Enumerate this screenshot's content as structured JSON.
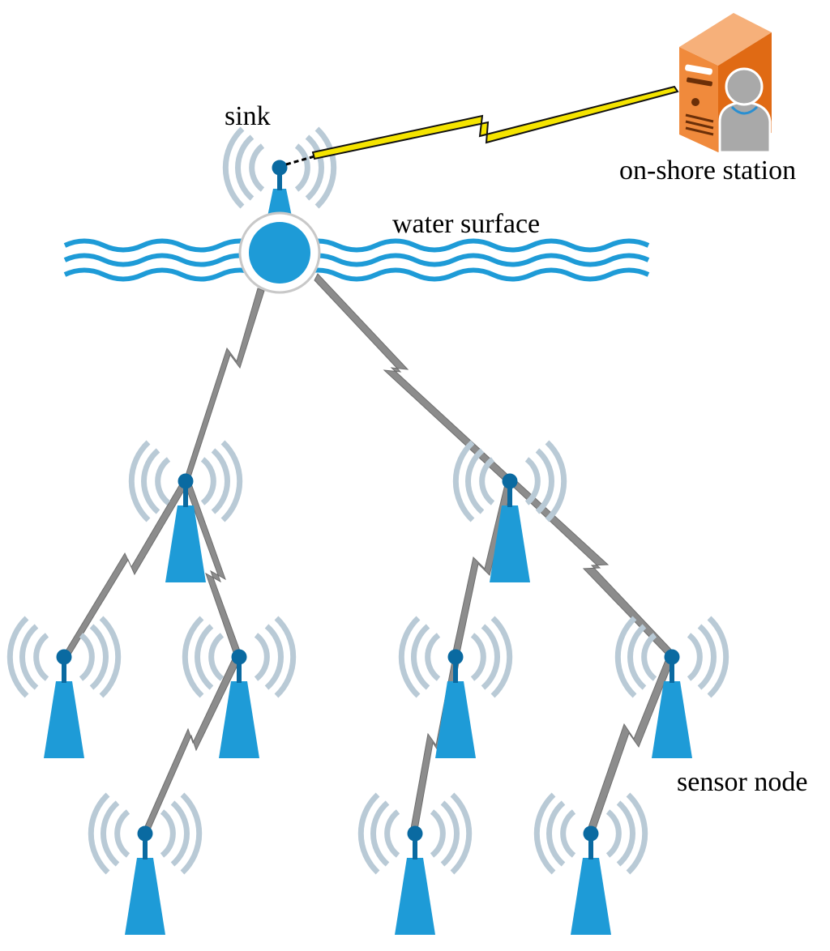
{
  "labels": {
    "sink": "sink",
    "station": "on-shore station",
    "water": "water surface",
    "sensor": "sensor node"
  },
  "colors": {
    "node_blue": "#1e9bd7",
    "node_dark": "#0a6aa1",
    "ring": "#b9cad6",
    "link_gray": "#8c8c8c",
    "link_yellow": "#f5e400",
    "wave_blue": "#1e9bd7",
    "server_orange": "#f08a3c",
    "server_dark": "#e06a14"
  },
  "icons": {
    "sink": "buoy-antenna-icon",
    "node": "sensor-tower-icon",
    "station": "server-user-icon",
    "link": "lightning-link-icon"
  }
}
